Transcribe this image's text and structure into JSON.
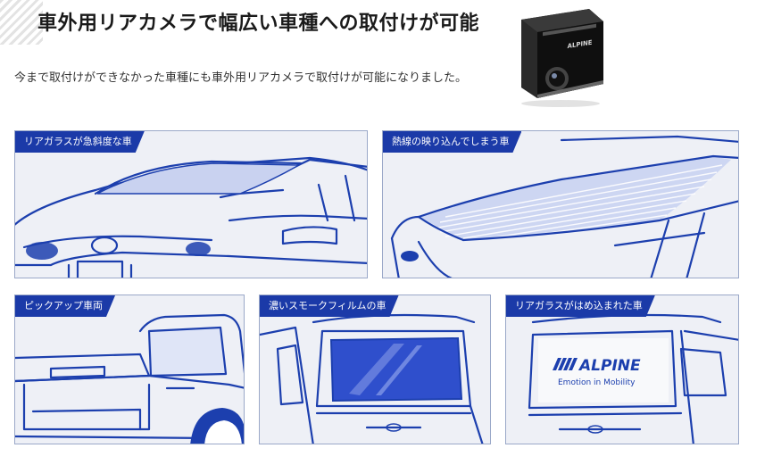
{
  "header": {
    "title": "車外用リアカメラで幅広い車種への取付けが可能",
    "subtitle": "今まで取付けができなかった車種にも車外用リアカメラで取付けが可能になりました。"
  },
  "product": {
    "logo_text": "ALPINE"
  },
  "panels": [
    {
      "label": "リアガラスが急斜度な車"
    },
    {
      "label": "熱線の映り込んでしまう車"
    },
    {
      "label": "ピックアップ車両"
    },
    {
      "label": "濃いスモークフィルムの車"
    },
    {
      "label": "リアガラスがはめ込まれた車",
      "logo": "ALPINE",
      "tagline": "Emotion in Mobility"
    }
  ],
  "colors": {
    "accent": "#1b3aa8",
    "outline": "#1c3fae",
    "panel_bg": "#eef0f6",
    "glass_tint": "#c9d2f0",
    "smoke_glass": "#2f4fcc"
  }
}
